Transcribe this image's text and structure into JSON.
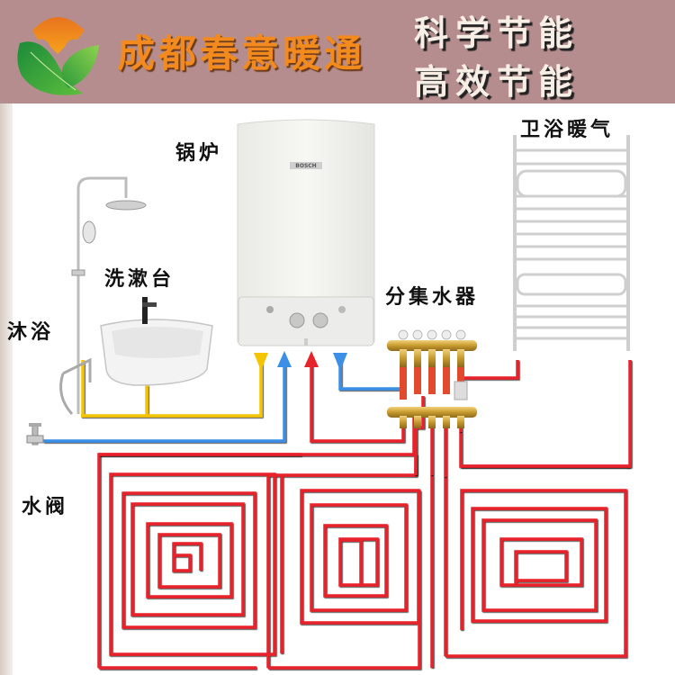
{
  "header": {
    "brand_name": "成都春意暖通",
    "slogans": [
      "科学节能",
      "高效节能"
    ],
    "background_color": "#b58d8e",
    "brand_color": "#f28a1e"
  },
  "labels": {
    "boiler": "锅炉",
    "boiler_brand": "BOSCH",
    "towel_radiator": "卫浴暖气",
    "manifold": "分集水器",
    "basin": "洗漱台",
    "shower": "沐浴",
    "water_valve": "水阀"
  },
  "pipe_colors": {
    "hot_water_supply": "#f5c400",
    "cold_water": "#3b8fe6",
    "heating_supply": "#e8242b",
    "heating_return": "#3b8fe6",
    "floor_heating": "#e8242b"
  },
  "icons": [
    "logo-leaf-sun-icon",
    "boiler-icon",
    "shower-icon",
    "basin-icon",
    "towel-radiator-icon",
    "manifold-icon",
    "water-valve-icon",
    "floor-heating-coil-icon",
    "arrow-down-icon",
    "arrow-up-icon"
  ]
}
